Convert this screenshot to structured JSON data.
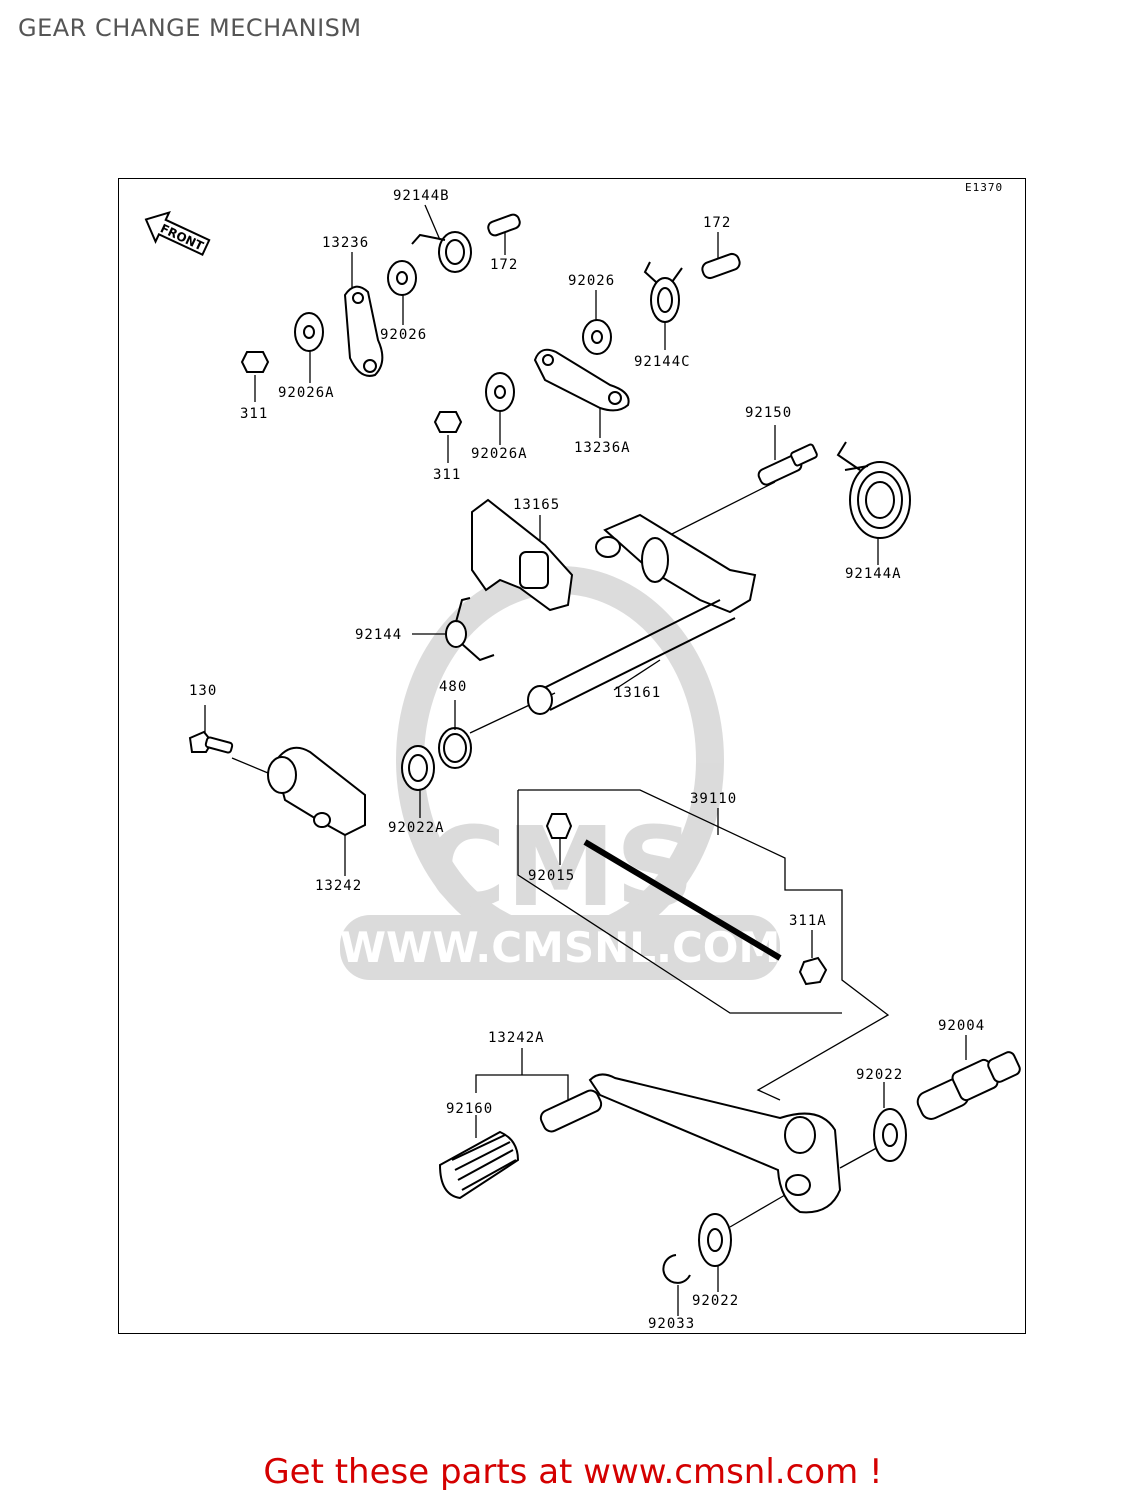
{
  "page": {
    "title": "GEAR CHANGE MECHANISM",
    "diagram_code": "E1370",
    "front_marker": "FRONT",
    "watermark_text": "WWW.CMSNL.COM",
    "watermark_logo": "CMS",
    "footer_cta": "Get these parts at www.cmsnl.com !"
  },
  "colors": {
    "title": "#555555",
    "cta": "#d40000",
    "watermark": "#d8d8d8",
    "line": "#000000"
  },
  "part_labels": {
    "p92144B": "92144B",
    "p172a": "172",
    "p172b": "172",
    "p13236": "13236",
    "p92026a": "92026",
    "p92026b": "92026",
    "p92026A_1": "92026A",
    "p311_1": "311",
    "p92144C": "92144C",
    "p13236A": "13236A",
    "p92026A_2": "92026A",
    "p311_2": "311",
    "p92150": "92150",
    "p13165": "13165",
    "p92144A": "92144A",
    "p92144": "92144",
    "p13161": "13161",
    "p130": "130",
    "p480": "480",
    "p92022A": "92022A",
    "p13242": "13242",
    "p39110": "39110",
    "p92015": "92015",
    "p311A": "311A",
    "p92004": "92004",
    "p13242A": "13242A",
    "p92022a": "92022",
    "p92160": "92160",
    "p92022b": "92022",
    "p92033": "92033"
  }
}
